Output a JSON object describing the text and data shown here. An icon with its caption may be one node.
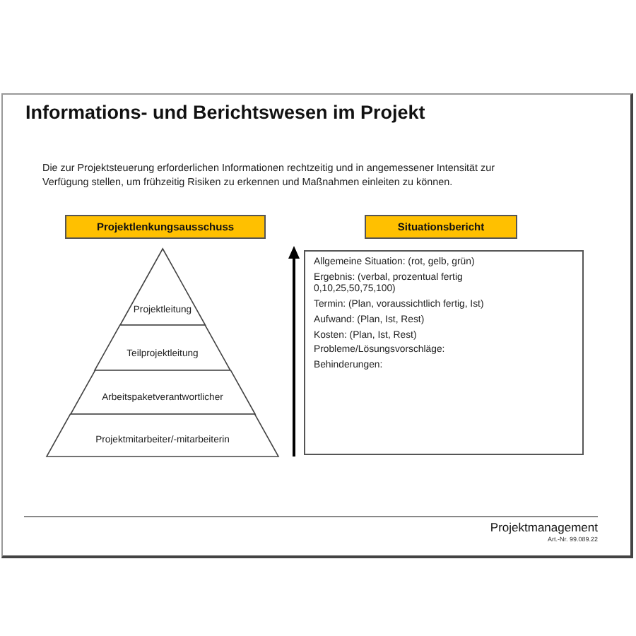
{
  "diagram": {
    "title": "Informations- und Berichtswesen im Projekt",
    "nodes": [
      {
        "text": [
          "Projektlenkungsausschuss"
        ]
      },
      {
        "text": [
          "Situationsbericht"
        ]
      },
      {
        "text": [
          "Projektleitung"
        ]
      },
      {
        "text": [
          "Teilprojektleitung"
        ]
      },
      {
        "text": [
          "Arbeitspaketverantwortlicher"
        ]
      },
      {
        "text": [
          "Projektmitarbeiter/-mitarbeiterin"
        ]
      },
      {
        "text": [
          "Allgemeine Situation: (rot, gelb, grün)",
          "Ergebnis: (verbal, prozentual fertig 0,10,25,50,75,100)",
          "Termin: (Plan, voraussichtlich fertig, Ist)",
          "Aufwand: (Plan, Ist, Rest)",
          "Kosten: (Plan, Ist, Rest)",
          "Probleme/Lösungsvorschläge:",
          "Behinderungen:"
        ]
      }
    ],
    "labels": [
      "Die zur Projektsteuerung erforderlichen Informationen rechtzeitig und in angemessener Intensität zur Verfügung stellen, um frühzeitig Risiken zu erkennen und Maßnahmen einleiten zu können.",
      "Projektmanagement",
      "Art.-Nr. 99.089.22"
    ]
  }
}
